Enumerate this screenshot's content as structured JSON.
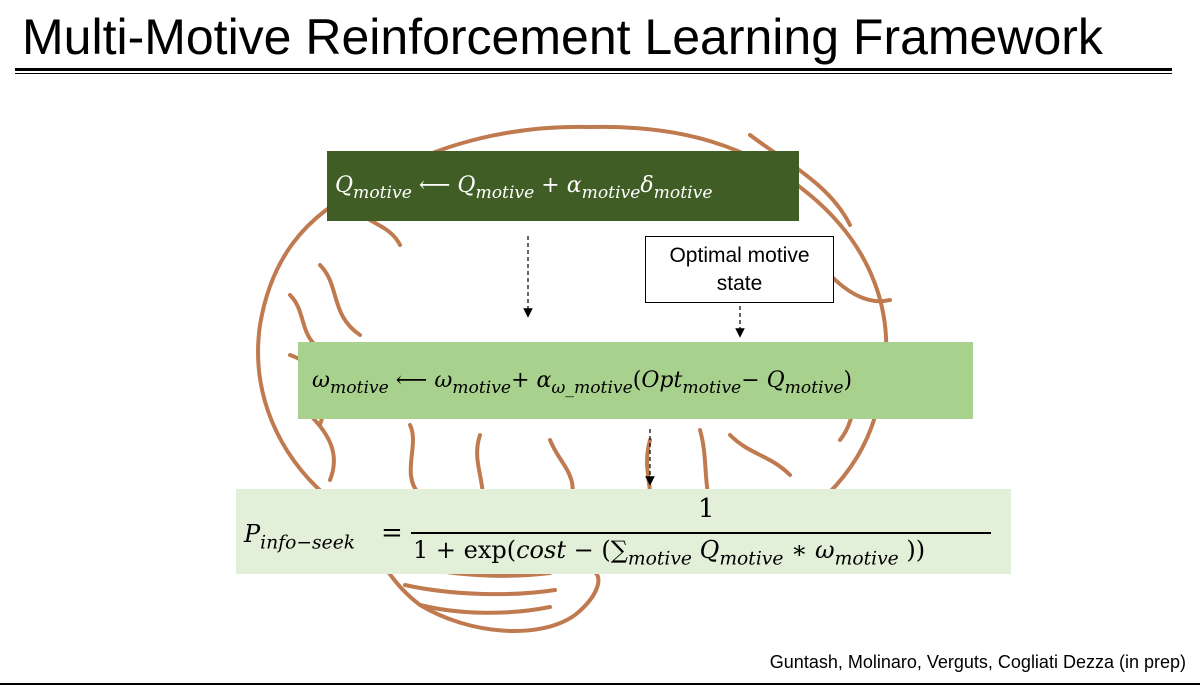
{
  "title": "Multi-Motive Reinforcement Learning Framework",
  "optimal_box": {
    "line1": "Optimal motive",
    "line2": "state"
  },
  "citation": "Guntash, Molinaro, Verguts, Cogliati Dezza (in prep)",
  "equations": {
    "q_update": "Q_motive ⟵ Q_motive + α_motive δ_motive",
    "omega_update": "ω_motive ⟵ ω_motive + α_ω_motive (Opt_motive − Q_motive)",
    "p_info_seek": "P_info−seek = 1 / (1 + exp(cost − (∑_motive Q_motive ∗ ω_motive )))"
  },
  "colors": {
    "q_update_bg": "#3f5d24",
    "omega_update_bg": "#a9d18e",
    "p_info_seek_bg": "#e2efd9",
    "brain_outline": "#c07a4f"
  },
  "background_image": "brain-outline-icon"
}
